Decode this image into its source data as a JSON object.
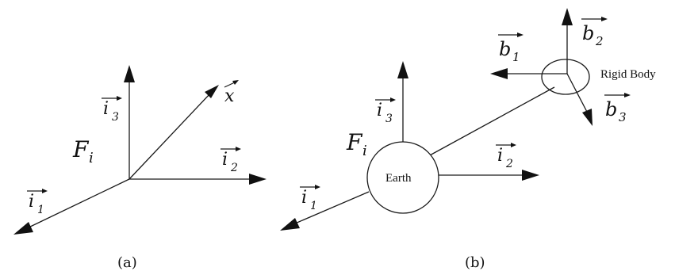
{
  "panel_a": {
    "frame_label": {
      "main": "F",
      "sub": "i"
    },
    "axes": [
      {
        "id": "i1",
        "main": "i",
        "sub": "1"
      },
      {
        "id": "i2",
        "main": "i",
        "sub": "2"
      },
      {
        "id": "i3",
        "main": "i",
        "sub": "3"
      }
    ],
    "x_vector": {
      "main": "x"
    },
    "caption": "(a)"
  },
  "panel_b": {
    "frame_label": {
      "main": "F",
      "sub": "i"
    },
    "axes": [
      {
        "id": "i1",
        "main": "i",
        "sub": "1"
      },
      {
        "id": "i2",
        "main": "i",
        "sub": "2"
      },
      {
        "id": "i3",
        "main": "i",
        "sub": "3"
      }
    ],
    "earth_label": "Earth",
    "body_label": "Rigid Body",
    "body_axes": [
      {
        "id": "b1",
        "main": "b",
        "sub": "1"
      },
      {
        "id": "b2",
        "main": "b",
        "sub": "2"
      },
      {
        "id": "b3",
        "main": "b",
        "sub": "3"
      }
    ],
    "caption": "(b)"
  }
}
